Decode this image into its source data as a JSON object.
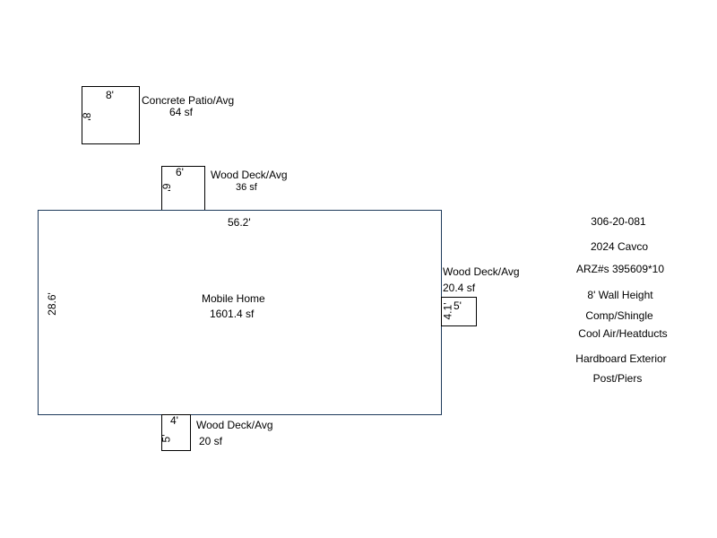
{
  "patio": {
    "width_label": "8'",
    "height_label": "8'",
    "name": "Concrete Patio/Avg",
    "area": "64 sf"
  },
  "deck_top": {
    "width_label": "6'",
    "height_label": "6'",
    "name": "Wood Deck/Avg",
    "area": "36 sf"
  },
  "main": {
    "width_label": "56.2'",
    "height_label": "28.6'",
    "name": "Mobile Home",
    "area": "1601.4 sf"
  },
  "deck_right": {
    "width_label": "5'",
    "height_label": "4.1'",
    "name": "Wood Deck/Avg",
    "area": "20.4 sf"
  },
  "deck_bottom": {
    "width_label": "4'",
    "height_label": "5'",
    "name": "Wood Deck/Avg",
    "area": "20 sf"
  },
  "info": [
    "306-20-081",
    "2024 Cavco",
    "ARZ#s 395609*10",
    "8' Wall Height",
    "Comp/Shingle",
    "Cool Air/Heatducts",
    "Hardboard Exterior",
    "Post/Piers"
  ]
}
